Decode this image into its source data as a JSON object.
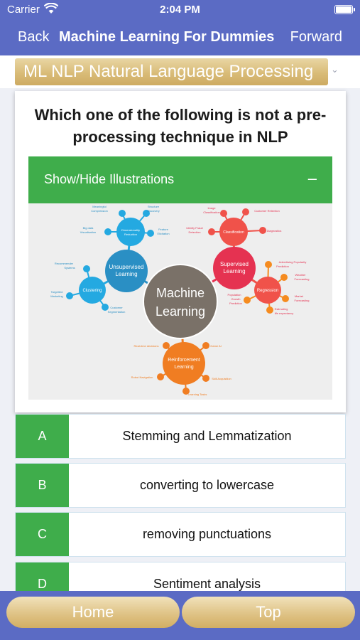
{
  "status": {
    "carrier": "Carrier",
    "time": "2:04 PM"
  },
  "nav": {
    "back": "Back",
    "title": "Machine Learning For Dummies",
    "forward": "Forward"
  },
  "topic": {
    "selected": "ML NLP Natural Language Processing"
  },
  "question": {
    "text": "Which one of the following is not a pre-processing technique in NLP"
  },
  "illustrations": {
    "label": "Show/Hide Illustrations",
    "toggle": "–",
    "mindmap": {
      "center": [
        "Machine",
        "Learning"
      ],
      "unsupervised": [
        "Unsupervised",
        "Learning"
      ],
      "supervised": [
        "Supervised",
        "Learning"
      ],
      "reinforcement": [
        "Reinforcement",
        "Learning"
      ],
      "dimred": [
        "Dimensionality",
        "Reduction"
      ],
      "clustering": "Clustering",
      "classification": "Classification",
      "regression": "Regression",
      "meaningful": [
        "Meaningful",
        "Compression"
      ],
      "structure": [
        "Structure",
        "Discovery"
      ],
      "bigdata": [
        "Big data",
        "Visualisation"
      ],
      "feature": [
        "Feature",
        "Elicitation"
      ],
      "recommender": [
        "Recommender",
        "Systems"
      ],
      "targetted": [
        "Targetted",
        "Marketing"
      ],
      "customerseg": [
        "Customer",
        "Segmentation"
      ],
      "imageclass": [
        "Image",
        "Classification"
      ],
      "retention": "Customer Retention",
      "identity": [
        "Idenity Fraud",
        "Detection"
      ],
      "diagnostics": "Diagnostics",
      "advertising": [
        "Advertising Popularity",
        "Prediction"
      ],
      "weather": [
        "Weather",
        "Forecasting"
      ],
      "population": [
        "Population",
        "Growth",
        "Prediction"
      ],
      "market": [
        "Market",
        "Forecasting"
      ],
      "estimating": [
        "Estimating",
        "life expectancy"
      ],
      "realtime": "Real-time decisions",
      "gameai": "Game AI",
      "robot": "Robot Navigation",
      "skill": "Skill Acquisition",
      "learningtasks": "Learning Tasks"
    }
  },
  "options": [
    {
      "letter": "A",
      "text": "Stemming and Lemmatization"
    },
    {
      "letter": "B",
      "text": "converting to lowercase"
    },
    {
      "letter": "C",
      "text": "removing punctuations"
    },
    {
      "letter": "D",
      "text": "Sentiment analysis"
    }
  ],
  "footer": {
    "home": "Home",
    "top": "Top"
  },
  "colors": {
    "nav": "#5b6bc4",
    "green": "#3fad4b",
    "gold": "#d9bc78",
    "center": "#7a7168",
    "unsupervised": "#2a8fc4",
    "supervised": "#e53251",
    "reinforcement": "#f07d22",
    "cyan": "#24a9e1",
    "red": "#f0524a",
    "orange": "#f58b1f"
  }
}
